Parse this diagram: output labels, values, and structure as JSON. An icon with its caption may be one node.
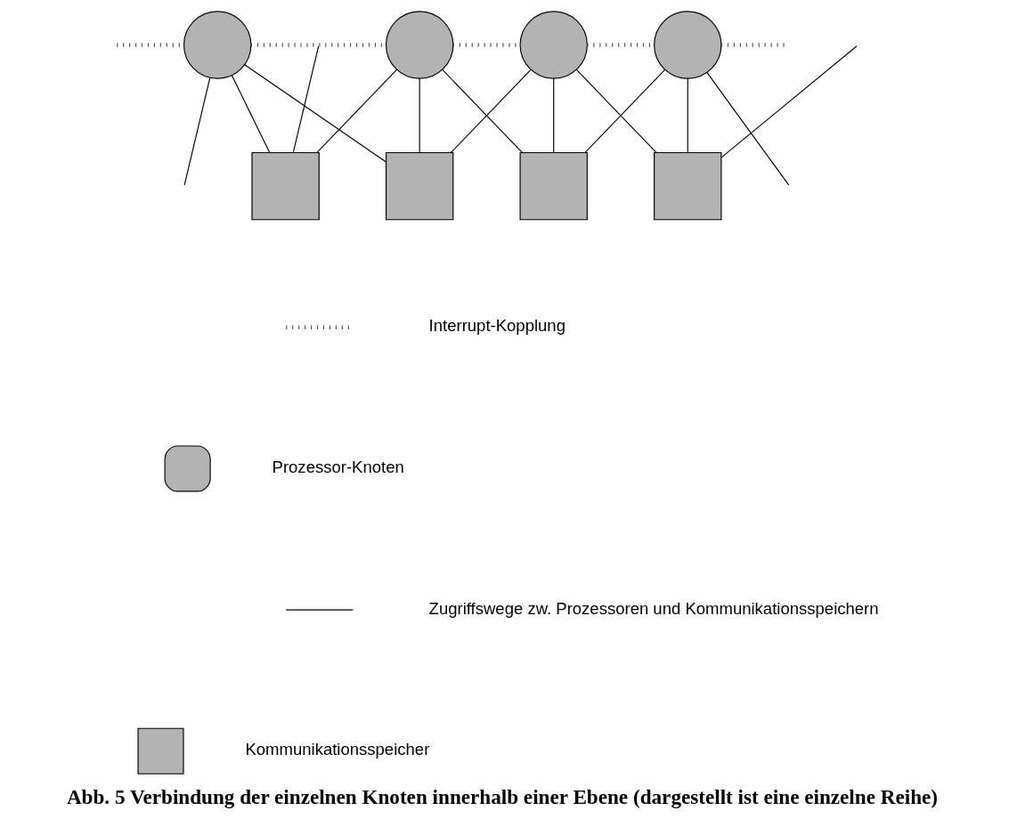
{
  "diagram": {
    "caption": "Abb. 5 Verbindung der einzelnen Knoten innerhalb einer Ebene (dargestellt ist eine einzelne Reihe)",
    "nodes": [
      {
        "text": [],
        "shape": "circle"
      },
      {
        "text": [],
        "shape": "circle"
      },
      {
        "text": [],
        "shape": "circle"
      },
      {
        "text": [],
        "shape": "circle"
      },
      {
        "text": [],
        "shape": "box"
      },
      {
        "text": [],
        "shape": "box"
      },
      {
        "text": [],
        "shape": "box"
      },
      {
        "text": [],
        "shape": "box"
      }
    ],
    "edges": [
      {
        "from": 0,
        "to": null,
        "arrow": "none"
      },
      {
        "from": 0,
        "to": 1,
        "arrow": "none",
        "style": "dashed"
      },
      {
        "from": 1,
        "to": 2,
        "arrow": "none",
        "style": "dashed"
      },
      {
        "from": 2,
        "to": 3,
        "arrow": "none",
        "style": "dashed"
      },
      {
        "from": 3,
        "to": null,
        "arrow": "none"
      },
      {
        "from": null,
        "to": 0,
        "arrow": "none",
        "style": "dashed"
      },
      {
        "from": 0,
        "to": 4,
        "arrow": "none"
      },
      {
        "from": 0,
        "to": 5,
        "arrow": "none"
      },
      {
        "from": 1,
        "to": 4,
        "arrow": "none"
      },
      {
        "from": 1,
        "to": 5,
        "arrow": "none"
      },
      {
        "from": 1,
        "to": 6,
        "arrow": "none"
      },
      {
        "from": 2,
        "to": 5,
        "arrow": "none"
      },
      {
        "from": 2,
        "to": 6,
        "arrow": "none"
      },
      {
        "from": 2,
        "to": 7,
        "arrow": "none"
      },
      {
        "from": 3,
        "to": 6,
        "arrow": "none"
      },
      {
        "from": 3,
        "to": 7,
        "arrow": "none"
      },
      {
        "from": 3,
        "to": null,
        "arrow": "none",
        "style": "dashed"
      },
      {
        "from": null,
        "to": 4,
        "arrow": "none"
      },
      {
        "from": null,
        "to": 7,
        "arrow": "none"
      }
    ],
    "legend": [
      {
        "text": "Interrupt-Kopplung"
      },
      {
        "text": "Prozessor-Knoten"
      },
      {
        "text": "Zugriffswege zw. Prozessoren und Kommunikationsspeichern"
      },
      {
        "text": "Kommunikationsspeicher"
      }
    ]
  }
}
